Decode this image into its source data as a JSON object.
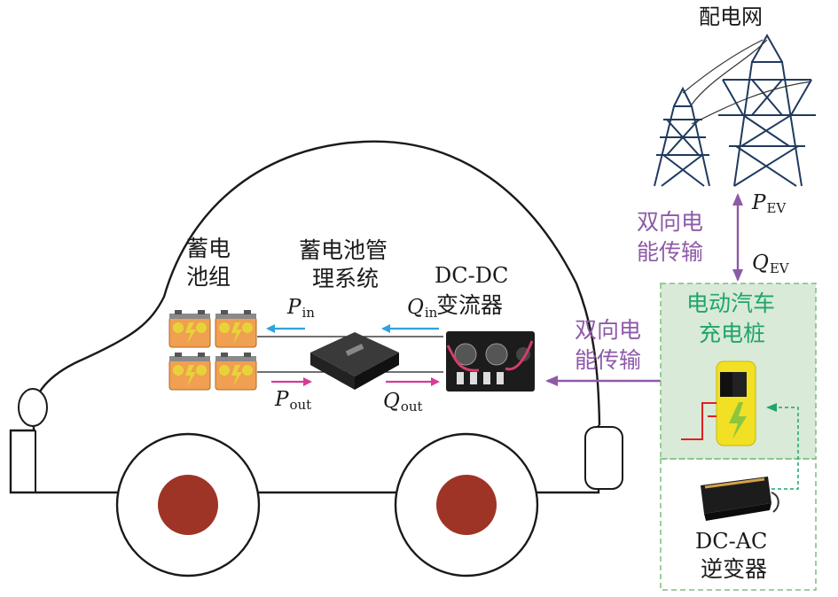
{
  "grid_label": "配电网",
  "battery_group_label": [
    "蓄电",
    "池组"
  ],
  "bms_label": [
    "蓄电池管",
    "理系统"
  ],
  "dcdc_label": [
    "DC-DC",
    "变流器"
  ],
  "bidirectional_label": [
    "双向电",
    "能传输"
  ],
  "charger_label": [
    "电动汽车",
    "充电桩"
  ],
  "inverter_label": [
    "DC-AC",
    "逆变器"
  ],
  "symbols": {
    "P": "P",
    "Q": "Q",
    "in": "in",
    "out": "out",
    "EV": "EV"
  },
  "colors": {
    "car_outline": "#1a1a1a",
    "wheel_hub": "#9e3426",
    "arrow_blue": "#2ea3dc",
    "arrow_magenta": "#d43d93",
    "arrow_purple": "#8e5aa8",
    "charger_box": "#d9ead9",
    "charger_text": "#1fa56a",
    "dashed_green": "#7cbf7c",
    "battery_orange": "#f0a050",
    "charger_yellow": "#f2e024"
  }
}
